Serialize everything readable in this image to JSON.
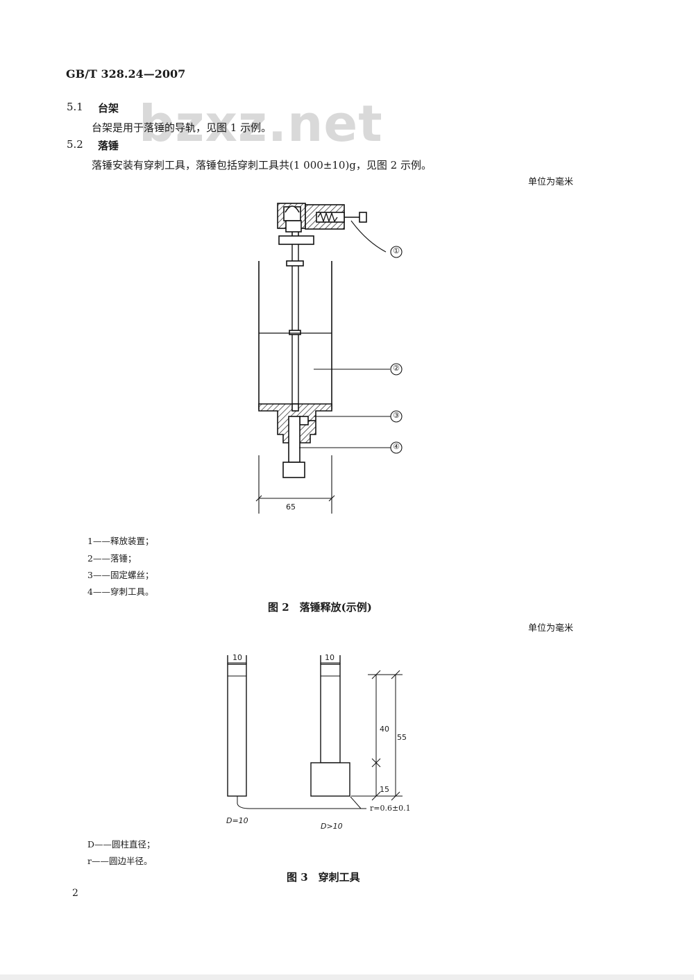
{
  "header": {
    "standard_code": "GB/T 328.24—2007"
  },
  "watermark": "bzxz.net",
  "sections": [
    {
      "number": "5.1",
      "title": "台架",
      "text": "台架是用于落锤的导轨，见图 1 示例。"
    },
    {
      "number": "5.2",
      "title": "落锤",
      "text": "落锤安装有穿刺工具，落锤包括穿刺工具共(1 000±10)g，见图 2 示例。"
    }
  ],
  "figure2": {
    "unit_note": "单位为毫米",
    "callouts": [
      "①",
      "②",
      "③",
      "④"
    ],
    "dimension": "65",
    "legend": [
      "1——释放装置；",
      "2——落锤；",
      "3——固定螺丝；",
      "4——穿刺工具。"
    ],
    "caption": "图 2　落锤释放(示例)"
  },
  "figure3": {
    "unit_note": "单位为毫米",
    "width_left": "10",
    "width_right": "10",
    "dim_40": "40",
    "dim_55": "55",
    "dim_15": "15",
    "radius_note": "r=0.6±0.1",
    "label_left": "D=10",
    "label_right": "D>10",
    "legend": [
      "D——圆柱直径；",
      "r——圆边半径。"
    ],
    "caption": "图 3　穿刺工具"
  },
  "footer": {
    "page_number": "2"
  }
}
